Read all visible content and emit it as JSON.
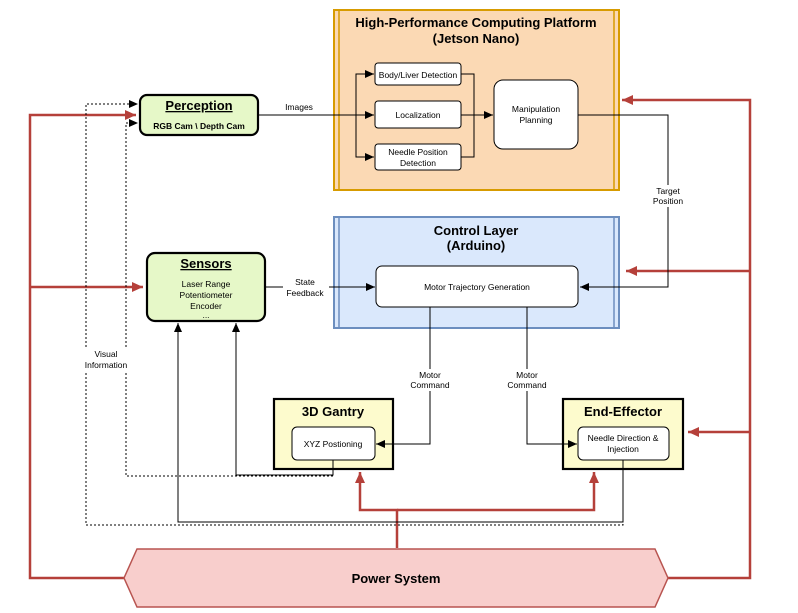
{
  "hpc": {
    "title_line1": "High-Performance Computing Platform",
    "title_line2": "(Jetson Nano)",
    "body_liver": "Body/Liver Detection",
    "localization": "Localization",
    "needle_line1": "Needle Position",
    "needle_line2": "Detection",
    "manip_line1": "Manipulation",
    "manip_line2": "Planning"
  },
  "perception": {
    "title": "Perception",
    "subtitle": "RGB Cam \\ Depth Cam"
  },
  "sensors": {
    "title": "Sensors",
    "items": [
      "Laser Range",
      "Potentiometer",
      "Encoder",
      "..."
    ]
  },
  "control": {
    "title_line1": "Control Layer",
    "title_line2": "(Arduino)",
    "motor_traj": "Motor Trajectory Generation"
  },
  "gantry": {
    "title": "3D Gantry",
    "inner": "XYZ Postioning"
  },
  "effector": {
    "title": "End-Effector",
    "inner_line1": "Needle Direction &",
    "inner_line2": "Injection"
  },
  "power": {
    "title": "Power System"
  },
  "labels": {
    "images": "Images",
    "target_line1": "Target",
    "target_line2": "Position",
    "state_line1": "State",
    "state_line2": "Feedback",
    "visual_line1": "Visual",
    "visual_line2": "Information",
    "motor_cmd_line1": "Motor",
    "motor_cmd_line2": "Command"
  },
  "colors": {
    "hpc_fill": "#fbd9b4",
    "hpc_border": "#d79b00",
    "control_fill": "#dae8fc",
    "control_border": "#6c8ebf",
    "green_fill": "#e6f8c8",
    "yellow_fill": "#fdfbcd",
    "power_fill": "#f8cecc",
    "power_border": "#b85450",
    "power_line": "#b5403a"
  }
}
